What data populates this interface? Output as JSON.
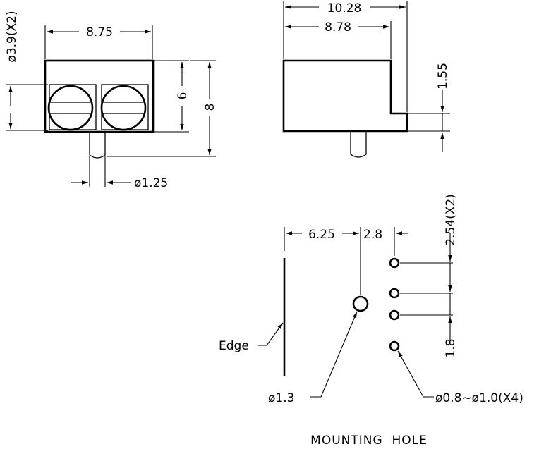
{
  "front_view": {
    "width_dim": "8.75",
    "led_dia_dim": "ø3.9(X2)",
    "inner_height_dim": "6",
    "overall_height_dim": "8",
    "pin_dia_dim": "ø1.25"
  },
  "side_view": {
    "overall_depth_dim": "10.28",
    "body_depth_dim": "8.78",
    "step_dim": "1.55"
  },
  "mounting_hole": {
    "edge_to_hole_dim": "6.25",
    "hole_to_pins_dim": "2.8",
    "pin_pitch_dim": "2.54(X2)",
    "pin_gap_dim": "1.8",
    "edge_label": "Edge",
    "mount_hole_dia": "ø1.3",
    "pin_hole_dia": "ø0.8~ø1.0(X4)",
    "caption": "MOUNTING  HOLE"
  }
}
